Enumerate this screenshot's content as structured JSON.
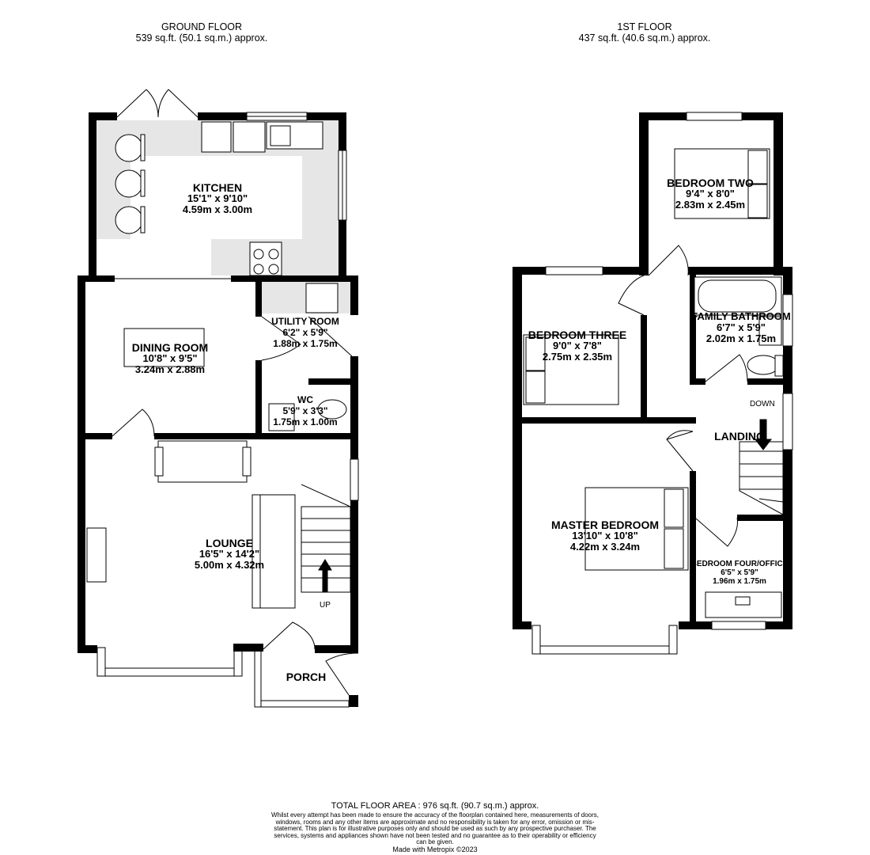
{
  "ground_floor": {
    "title": "GROUND FLOOR",
    "area": "539 sq.ft. (50.1 sq.m.) approx.",
    "rooms": [
      {
        "name": "KITCHEN",
        "imperial": "15'1\"  x 9'10\"",
        "metric": "4.59m  x 3.00m"
      },
      {
        "name": "DINING ROOM",
        "imperial": "10'8\"  x 9'5\"",
        "metric": "3.24m  x 2.88m"
      },
      {
        "name": "UTILITY ROOM",
        "imperial": "6'2\"  x 5'9\"",
        "metric": "1.88m  x 1.75m"
      },
      {
        "name": "WC",
        "imperial": "5'9\"  x 3'3\"",
        "metric": "1.75m  x 1.00m"
      },
      {
        "name": "LOUNGE",
        "imperial": "16'5\"  x 14'2\"",
        "metric": "5.00m  x 4.32m"
      },
      {
        "name": "PORCH"
      }
    ],
    "stairs_label": "UP"
  },
  "first_floor": {
    "title": "1ST FLOOR",
    "area": "437 sq.ft. (40.6 sq.m.) approx.",
    "rooms": [
      {
        "name": "BEDROOM TWO",
        "imperial": "9'4\"  x 8'0\"",
        "metric": "2.83m  x 2.45m"
      },
      {
        "name": "BEDROOM THREE",
        "imperial": "9'0\"  x 7'8\"",
        "metric": "2.75m  x 2.35m"
      },
      {
        "name": "FAMILY BATHROOM",
        "imperial": "6'7\"  x 5'9\"",
        "metric": "2.02m  x 1.75m"
      },
      {
        "name": "LANDING"
      },
      {
        "name": "MASTER BEDROOM",
        "imperial": "13'10\"  x 10'8\"",
        "metric": "4.22m  x 3.24m"
      },
      {
        "name": "BEDROOM FOUR/OFFICE",
        "imperial": "6'5\"  x 5'9\"",
        "metric": "1.96m  x 1.75m"
      }
    ],
    "stairs_label": "DOWN"
  },
  "footer": {
    "total": "TOTAL FLOOR AREA : 976 sq.ft. (90.7 sq.m.) approx.",
    "disclaimer": "Whilst every attempt has been made to ensure the accuracy of the floorplan contained here, measurements of doors, windows, rooms and any other items are approximate and no responsibility is taken for any error, omission or mis-statement. This plan is for illustrative purposes only and should be used as such by any prospective purchaser. The services, systems and appliances shown have not been tested and no guarantee as to their operability or efficiency can be given.",
    "credit": "Made with Metropix ©2023"
  },
  "colors": {
    "wall": "#000000",
    "worktop": "#e6e6e6"
  }
}
